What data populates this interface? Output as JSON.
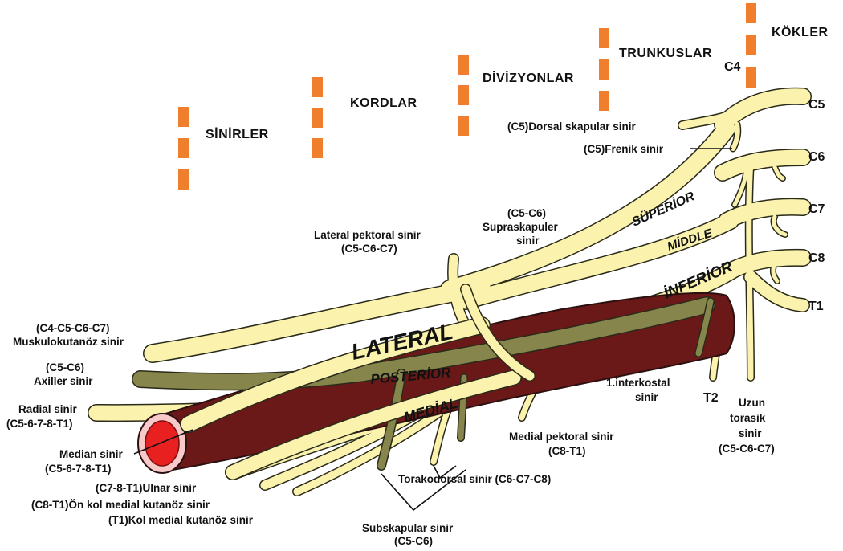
{
  "headers": {
    "sinirler": "SİNİRLER",
    "kordlar": "KORDLAR",
    "divizyonlar": "DİVİZYONLAR",
    "trunkuslar": "TRUNKUSLAR",
    "kokler": "KÖKLER"
  },
  "roots": {
    "c4": "C4",
    "c5": "C5",
    "c6": "C6",
    "c7": "C7",
    "c8": "C8",
    "t1": "T1",
    "t2": "T2"
  },
  "trunks": {
    "superior": "SÜPERİOR",
    "middle": "MİDDLE",
    "inferior": "İNFERİOR"
  },
  "cords": {
    "lateral": "LATERAL",
    "posterior": "POSTERİOR",
    "medial": "MEDİAL"
  },
  "nerves": {
    "dorsal_skapular": "(C5)Dorsal skapular sinir",
    "frenik": "(C5)Frenik sinir",
    "supraskapuler_roots": "(C5-C6)",
    "supraskapuler_name": "Supraskapuler",
    "supraskapuler_word": "sinir",
    "lateral_pektoral_name": "Lateral pektoral sinir",
    "lateral_pektoral_roots": "(C5-C6-C7)",
    "muskulokutanoz_roots": "(C4-C5-C6-C7)",
    "muskulokutanoz_name": "Muskulokutanöz sinir",
    "axiller_roots": "(C5-C6)",
    "axiller_name": "Axiller sinir",
    "radial_name": "Radial sinir",
    "radial_roots": "(C5-6-7-8-T1)",
    "median_name": "Median sinir",
    "median_roots": "(C5-6-7-8-T1)",
    "ulnar": "(C7-8-T1)Ulnar sinir",
    "onkol": "(C8-T1)Ön kol medial kutanöz sinir",
    "kol": "(T1)Kol medial kutanöz sinir",
    "torakodorsal": "Torakodorsal sinir (C6-C7-C8)",
    "subskapular_name": "Subskapular sinir",
    "subskapular_roots": "(C5-C6)",
    "medial_pektoral_name": "Medial pektoral sinir",
    "medial_pektoral_roots": "(C8-T1)",
    "interkostal_name": "1.interkostal",
    "interkostal_word": "sinir",
    "uzun_1": "Uzun",
    "uzun_2": "torasik",
    "uzun_3": "sinir",
    "uzun_roots": "(C5-C6-C7)"
  },
  "colors": {
    "nerve": "#fbf3ad",
    "nerve_outline": "#2a2a1a",
    "posterior_cord": "#86864c",
    "artery": "#6b1818",
    "artery_lumen": "#e82020",
    "artery_ring": "#f7c9c9",
    "marker": "#f07f2d"
  }
}
